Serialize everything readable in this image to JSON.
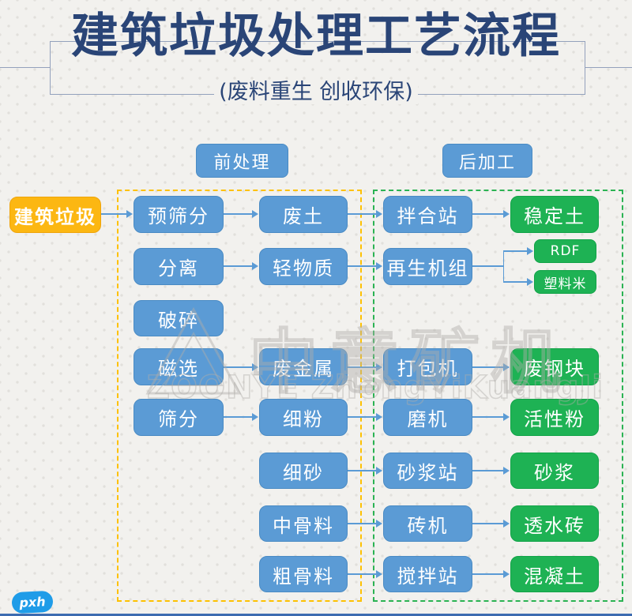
{
  "header": {
    "title": "建筑垃圾处理工艺流程",
    "subtitle": "(废料重生 创收环保)"
  },
  "sections": {
    "pre": "前处理",
    "post": "后加工"
  },
  "nodes": {
    "construction_waste": "建筑垃圾",
    "pre_screening": "预筛分",
    "waste_soil": "废土",
    "mixing_station": "拌合站",
    "stabilized_soil": "稳定土",
    "separation": "分离",
    "light_material": "轻物质",
    "regen_unit": "再生机组",
    "rdf": "RDF",
    "plastic_pellets": "塑料米",
    "crushing": "破碎",
    "magnetic_separation": "磁选",
    "scrap_metal": "废金属",
    "baler": "打包机",
    "scrap_steel": "废钢块",
    "screening": "筛分",
    "fine_powder": "细粉",
    "mill": "磨机",
    "active_powder": "活性粉",
    "fine_sand": "细砂",
    "mortar_station": "砂浆站",
    "mortar": "砂浆",
    "medium_aggregate": "中骨料",
    "brick_machine": "砖机",
    "permeable_brick": "透水砖",
    "coarse_aggregate": "粗骨料",
    "batching_station": "搅拌站",
    "concrete": "混凝土"
  },
  "edges": [
    {
      "from": "建筑垃圾",
      "to": "预筛分"
    },
    {
      "from": "预筛分",
      "to": "废土"
    },
    {
      "from": "废土",
      "to": "拌合站"
    },
    {
      "from": "拌合站",
      "to": "稳定土"
    },
    {
      "from": "分离",
      "to": "轻物质"
    },
    {
      "from": "轻物质",
      "to": "再生机组"
    },
    {
      "from": "再生机组",
      "to": "RDF"
    },
    {
      "from": "再生机组",
      "to": "塑料米"
    },
    {
      "from": "磁选",
      "to": "废金属"
    },
    {
      "from": "废金属",
      "to": "打包机"
    },
    {
      "from": "打包机",
      "to": "废钢块"
    },
    {
      "from": "筛分",
      "to": "细粉"
    },
    {
      "from": "细粉",
      "to": "磨机"
    },
    {
      "from": "磨机",
      "to": "活性粉"
    },
    {
      "from": "细砂",
      "to": "砂浆站"
    },
    {
      "from": "砂浆站",
      "to": "砂浆"
    },
    {
      "from": "中骨料",
      "to": "砖机"
    },
    {
      "from": "砖机",
      "to": "透水砖"
    },
    {
      "from": "粗骨料",
      "to": "搅拌站"
    },
    {
      "from": "搅拌站",
      "to": "混凝土"
    }
  ],
  "watermark": {
    "cjk": "中意矿机",
    "latin": "ZOONYE ZhongYiKuangJi"
  },
  "badge": "pxh",
  "colors": {
    "title_navy": "#2a4577",
    "process_blue": "#5b9bd5",
    "output_green": "#1eb254",
    "source_yellow": "#fcb712",
    "pre_region_dash": "#fdc101",
    "post_region_dash": "#2bb353",
    "arrow_blue": "#5b9bd5",
    "badge_blue": "#1f9ce8",
    "bottom_bar_blue": "#3c6bb0"
  }
}
